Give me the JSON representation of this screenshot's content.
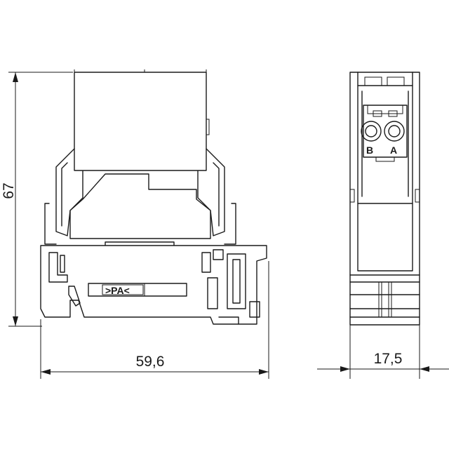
{
  "dimensions": {
    "height": "67",
    "width": "59,6",
    "depth": "17,5"
  },
  "markings": {
    "pa_label": ">PA<",
    "port_b": "B",
    "port_a": "A"
  }
}
